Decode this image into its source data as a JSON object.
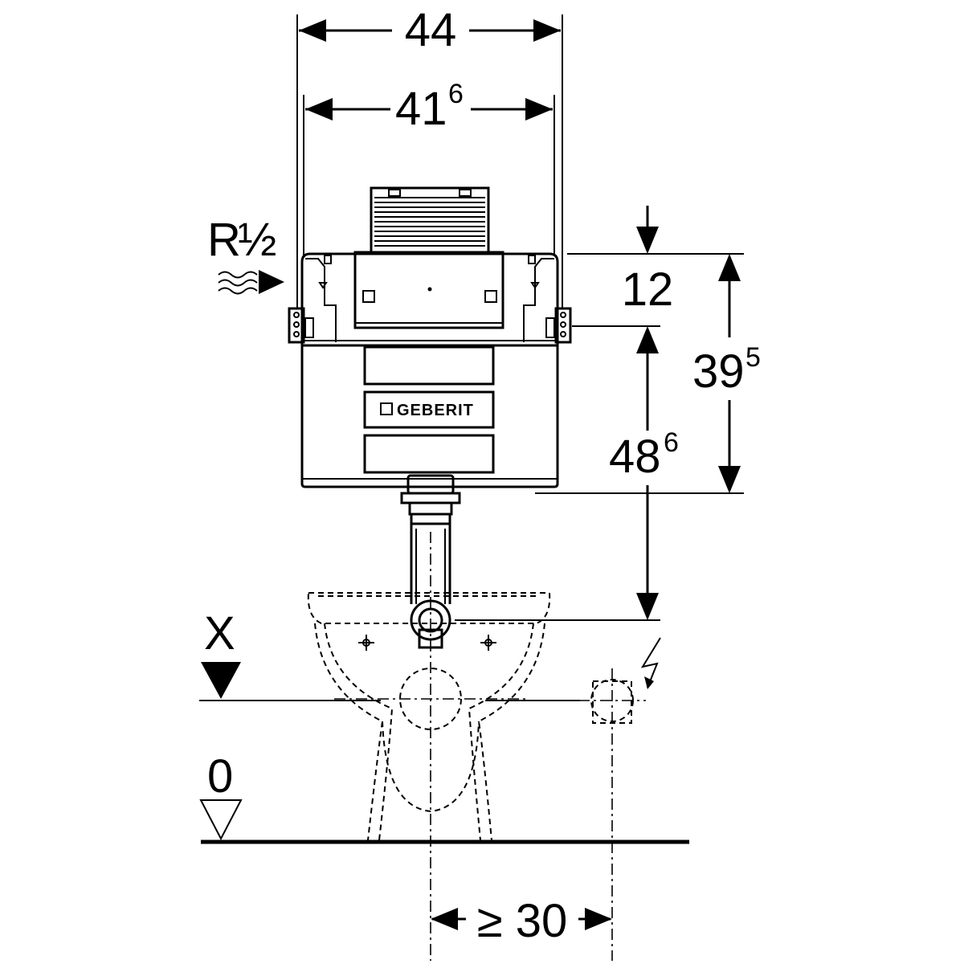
{
  "dimensions": {
    "overall_width": {
      "main": "44"
    },
    "frame_width": {
      "main": "41",
      "sup": "6"
    },
    "top_offset": {
      "main": "12"
    },
    "cistern_height": {
      "main": "39",
      "sup": "5"
    },
    "outlet_height": {
      "main": "48",
      "sup": "6"
    },
    "side_clearance": {
      "main": "≥ 30"
    }
  },
  "labels": {
    "water_inlet": {
      "main": "R",
      "fraction": "½"
    },
    "level_x": "X",
    "level_zero": "0",
    "brand": "GEBERIT"
  },
  "symbols": {
    "water": "water-flow-icon",
    "power": "lightning-icon",
    "level_marker": "level-triangle-icon"
  }
}
